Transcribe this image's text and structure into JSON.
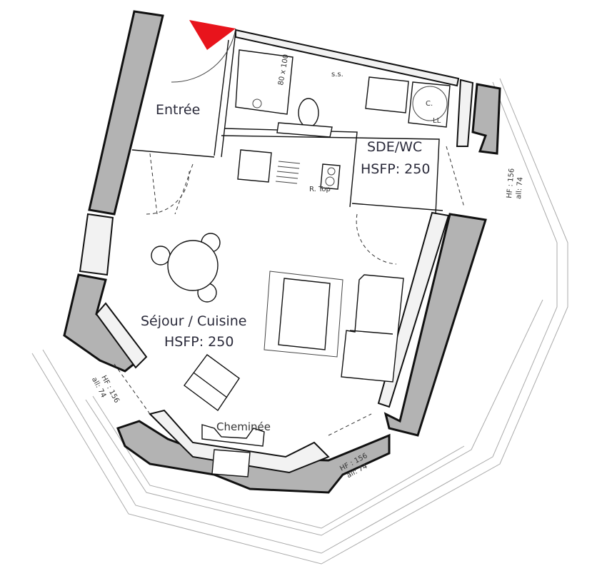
{
  "rooms": {
    "entree": {
      "name": "Entrée"
    },
    "sde": {
      "name": "SDE/WC",
      "height": "HSFP: 250"
    },
    "sejour": {
      "name": "Séjour / Cuisine",
      "height": "HSFP: 250"
    }
  },
  "fixtures": {
    "fireplace": "Cheminée",
    "shower_size": "80 x 100",
    "towel_dryer": "s.s.",
    "boiler": "C.",
    "washer": "LL",
    "fridge": "R. Top"
  },
  "windows": [
    {
      "hf": "HF : 156",
      "all": "all: 74"
    },
    {
      "hf": "HF : 156",
      "all": "all: 74"
    },
    {
      "hf": "HF : 156",
      "all": "all: 74"
    }
  ],
  "colors": {
    "entry_marker": "#e8141c",
    "wall": "#b3b3b3"
  }
}
